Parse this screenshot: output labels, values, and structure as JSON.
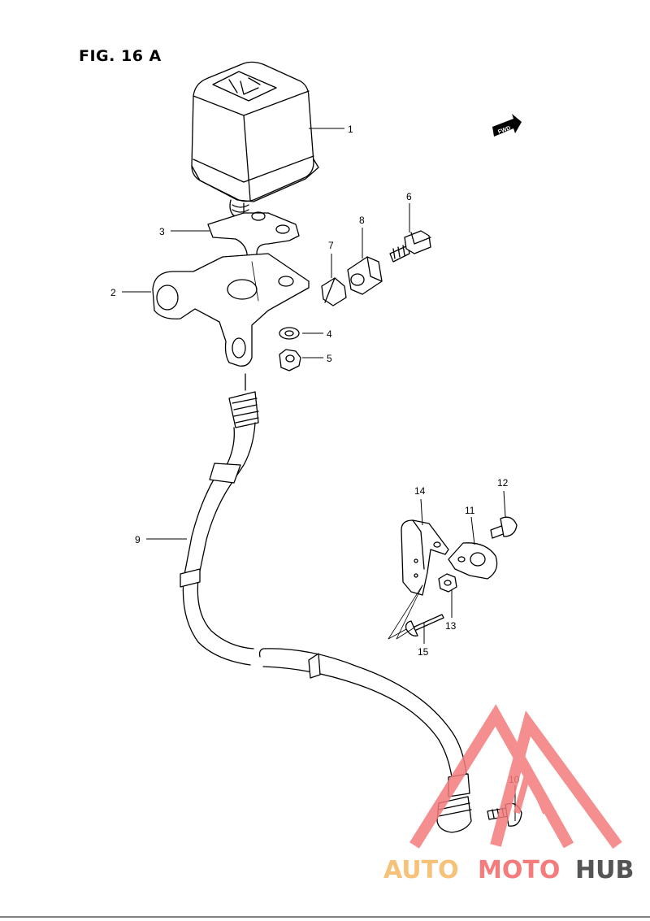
{
  "figure": {
    "title": "FIG. 16 A",
    "fwd_label": "FWD"
  },
  "callouts": [
    {
      "id": "1",
      "label": "1"
    },
    {
      "id": "2",
      "label": "2"
    },
    {
      "id": "3",
      "label": "3"
    },
    {
      "id": "4",
      "label": "4"
    },
    {
      "id": "5",
      "label": "5"
    },
    {
      "id": "6",
      "label": "6"
    },
    {
      "id": "7",
      "label": "7"
    },
    {
      "id": "8",
      "label": "8"
    },
    {
      "id": "9",
      "label": "9"
    },
    {
      "id": "10",
      "label": "10"
    },
    {
      "id": "11",
      "label": "11"
    },
    {
      "id": "12",
      "label": "12"
    },
    {
      "id": "13",
      "label": "13"
    },
    {
      "id": "14",
      "label": "14"
    },
    {
      "id": "15",
      "label": "15"
    }
  ],
  "watermark": {
    "part1": "AUTO",
    "part2": "MOTO",
    "part3": "HUB",
    "color_primary": "#f47c7c",
    "color_secondary": "#f6c27a",
    "color_dark": "#555555"
  }
}
